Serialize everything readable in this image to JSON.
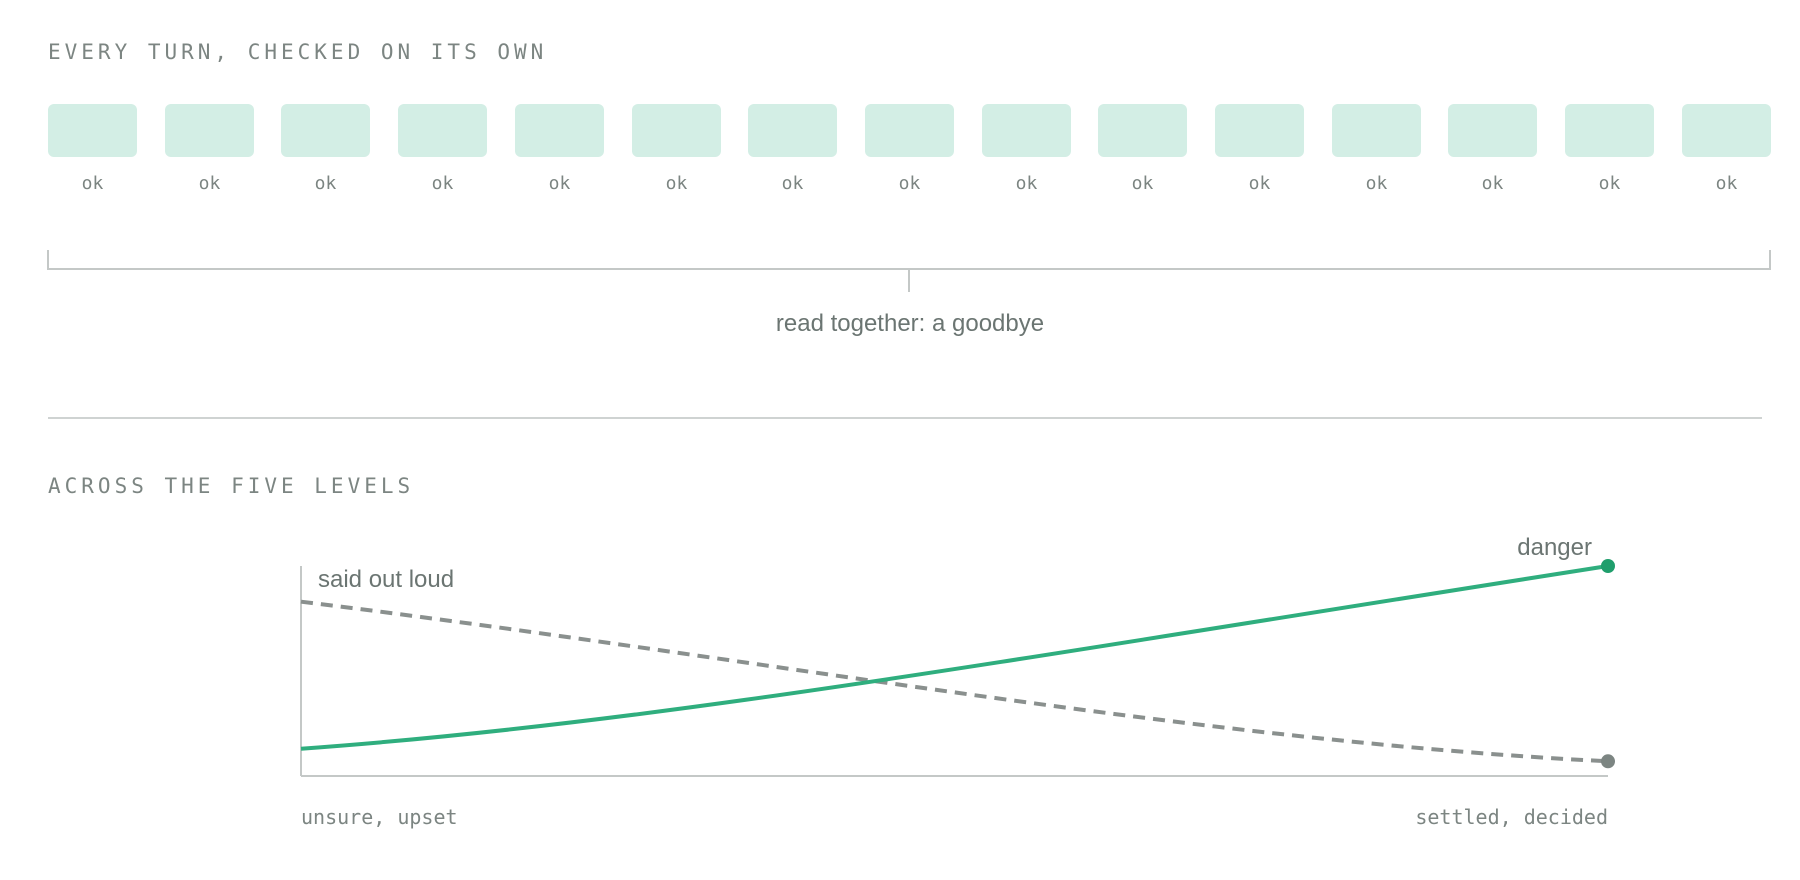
{
  "sections": {
    "turns_title": "EVERY TURN, CHECKED ON ITS OWN",
    "levels_title": "ACROSS THE FIVE LEVELS"
  },
  "turns": {
    "count": 15,
    "status_label": "ok",
    "items": [
      "ok",
      "ok",
      "ok",
      "ok",
      "ok",
      "ok",
      "ok",
      "ok",
      "ok",
      "ok",
      "ok",
      "ok",
      "ok",
      "ok",
      "ok"
    ],
    "together_label": "read together: a goodbye"
  },
  "colors": {
    "turn_fill": "#d3eee5",
    "danger": "#2fae7e",
    "said_out_loud": "#8a908e",
    "axis": "#c4c8c7",
    "text": "#6b7572"
  },
  "chart_data": {
    "type": "line",
    "x_labels": [
      "unsure, upset",
      "settled, decided"
    ],
    "series": [
      {
        "name": "danger",
        "style": "solid",
        "color": "#2fae7e",
        "start": 0.13,
        "end": 1.0,
        "curve": "rising, convex"
      },
      {
        "name": "said out loud",
        "style": "dashed",
        "color": "#8a908e",
        "start": 0.83,
        "end": 0.07,
        "curve": "falling, gentle"
      }
    ],
    "grid": false,
    "ylim": [
      0,
      1
    ]
  }
}
